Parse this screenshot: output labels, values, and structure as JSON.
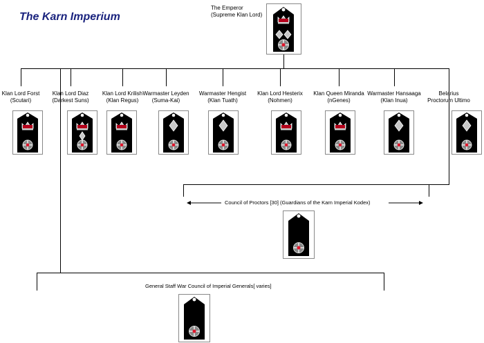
{
  "title": "The Karn Imperium",
  "emperor": {
    "line1": "The Emperor",
    "line2": "(Supreme Klan Lord)"
  },
  "lords": [
    {
      "line1": "Klan Lord Forst",
      "line2": "(Scutari)",
      "insignia": "crown"
    },
    {
      "line1": "Klan Lord Diaz",
      "line2": "(Darkest Suns)",
      "insignia": "crown-diamond"
    },
    {
      "line1": "Klan Lord Krilish",
      "line2": "(Klan Regus)",
      "insignia": "crown"
    },
    {
      "line1": "Warmaster Leyden",
      "line2": "(Suma-Kai)",
      "insignia": "diamond"
    },
    {
      "line1": "Warmaster Hengist",
      "line2": "(Klan Tuath)",
      "insignia": "diamond"
    },
    {
      "line1": "Klan Lord Hesterix",
      "line2": "(Nohmen)",
      "insignia": "crown"
    },
    {
      "line1": "Klan Queen Miranda",
      "line2": "(nGenes)",
      "insignia": "crown"
    },
    {
      "line1": "Warmaster Hansaaga",
      "line2": "(Klan Inua)",
      "insignia": "diamond"
    },
    {
      "line1": "Belarius",
      "line2": "Proctorum Ultimo",
      "insignia": "diamond"
    }
  ],
  "council": {
    "label": "Council of Proctors [30]  (Guardians of the Karn Imperial Kodex)"
  },
  "general_staff": {
    "label": "General Staff  War Council of Imperial Generals[ varies]"
  }
}
